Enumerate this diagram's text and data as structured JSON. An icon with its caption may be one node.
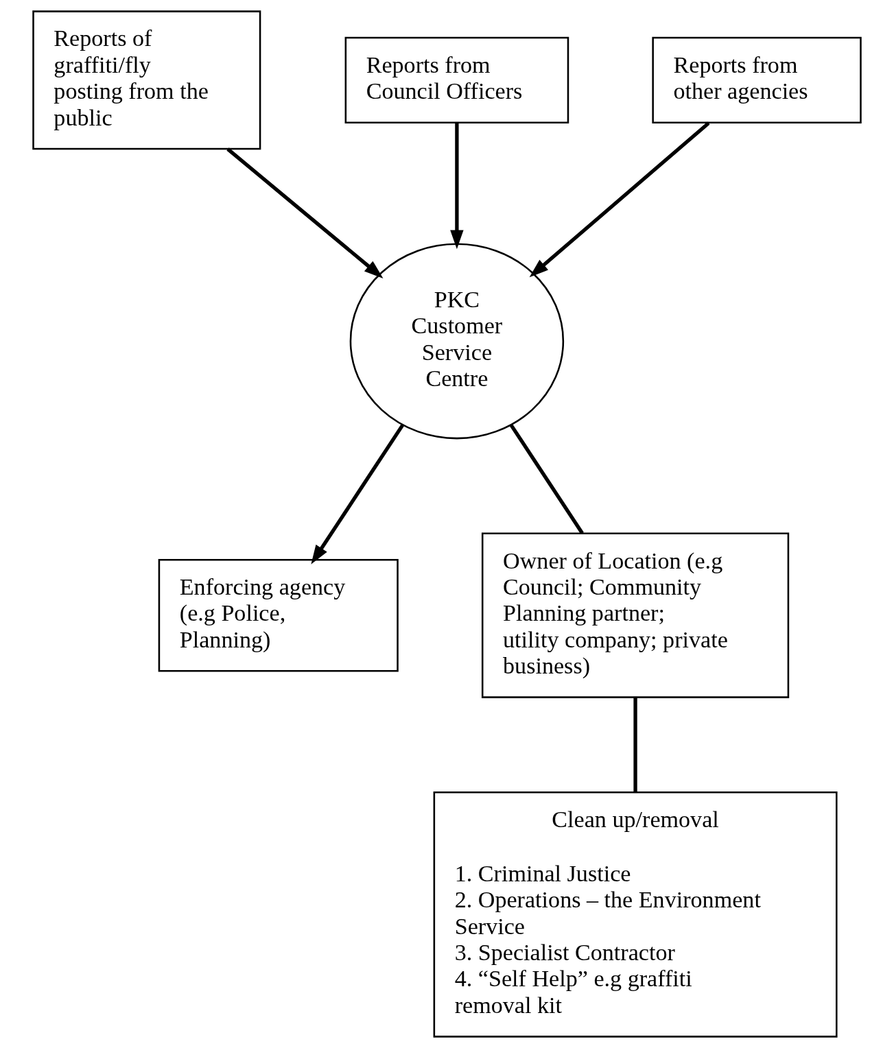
{
  "diagram": {
    "nodes": [
      {
        "text": [
          "Reports of graffiti/fly posting from the public"
        ]
      },
      {
        "text": [
          "Reports from Council Officers"
        ]
      },
      {
        "text": [
          "Reports from other agencies"
        ]
      },
      {
        "text": [
          "PKC Customer Service Centre"
        ]
      },
      {
        "text": [
          "Enforcing agency (e.g Police, Planning)"
        ]
      },
      {
        "text": [
          "Owner of Location (e.g Council; Community Planning partner; utility company; private business)"
        ]
      },
      {
        "text": [
          "Clean up/removal",
          "1. Criminal Justice",
          "2. Operations – the Environment Service",
          "3. Specialist Contractor",
          "4. “Self Help” e.g graffiti removal kit"
        ]
      }
    ],
    "edges": [
      {
        "from": 0,
        "to": 3,
        "arrow": "to"
      },
      {
        "from": 1,
        "to": 3,
        "arrow": "to"
      },
      {
        "from": 2,
        "to": 3,
        "arrow": "to"
      },
      {
        "from": 3,
        "to": 4,
        "arrow": "to"
      },
      {
        "from": 3,
        "to": 5,
        "arrow": "none"
      },
      {
        "from": 5,
        "to": 6,
        "arrow": "none"
      }
    ]
  }
}
